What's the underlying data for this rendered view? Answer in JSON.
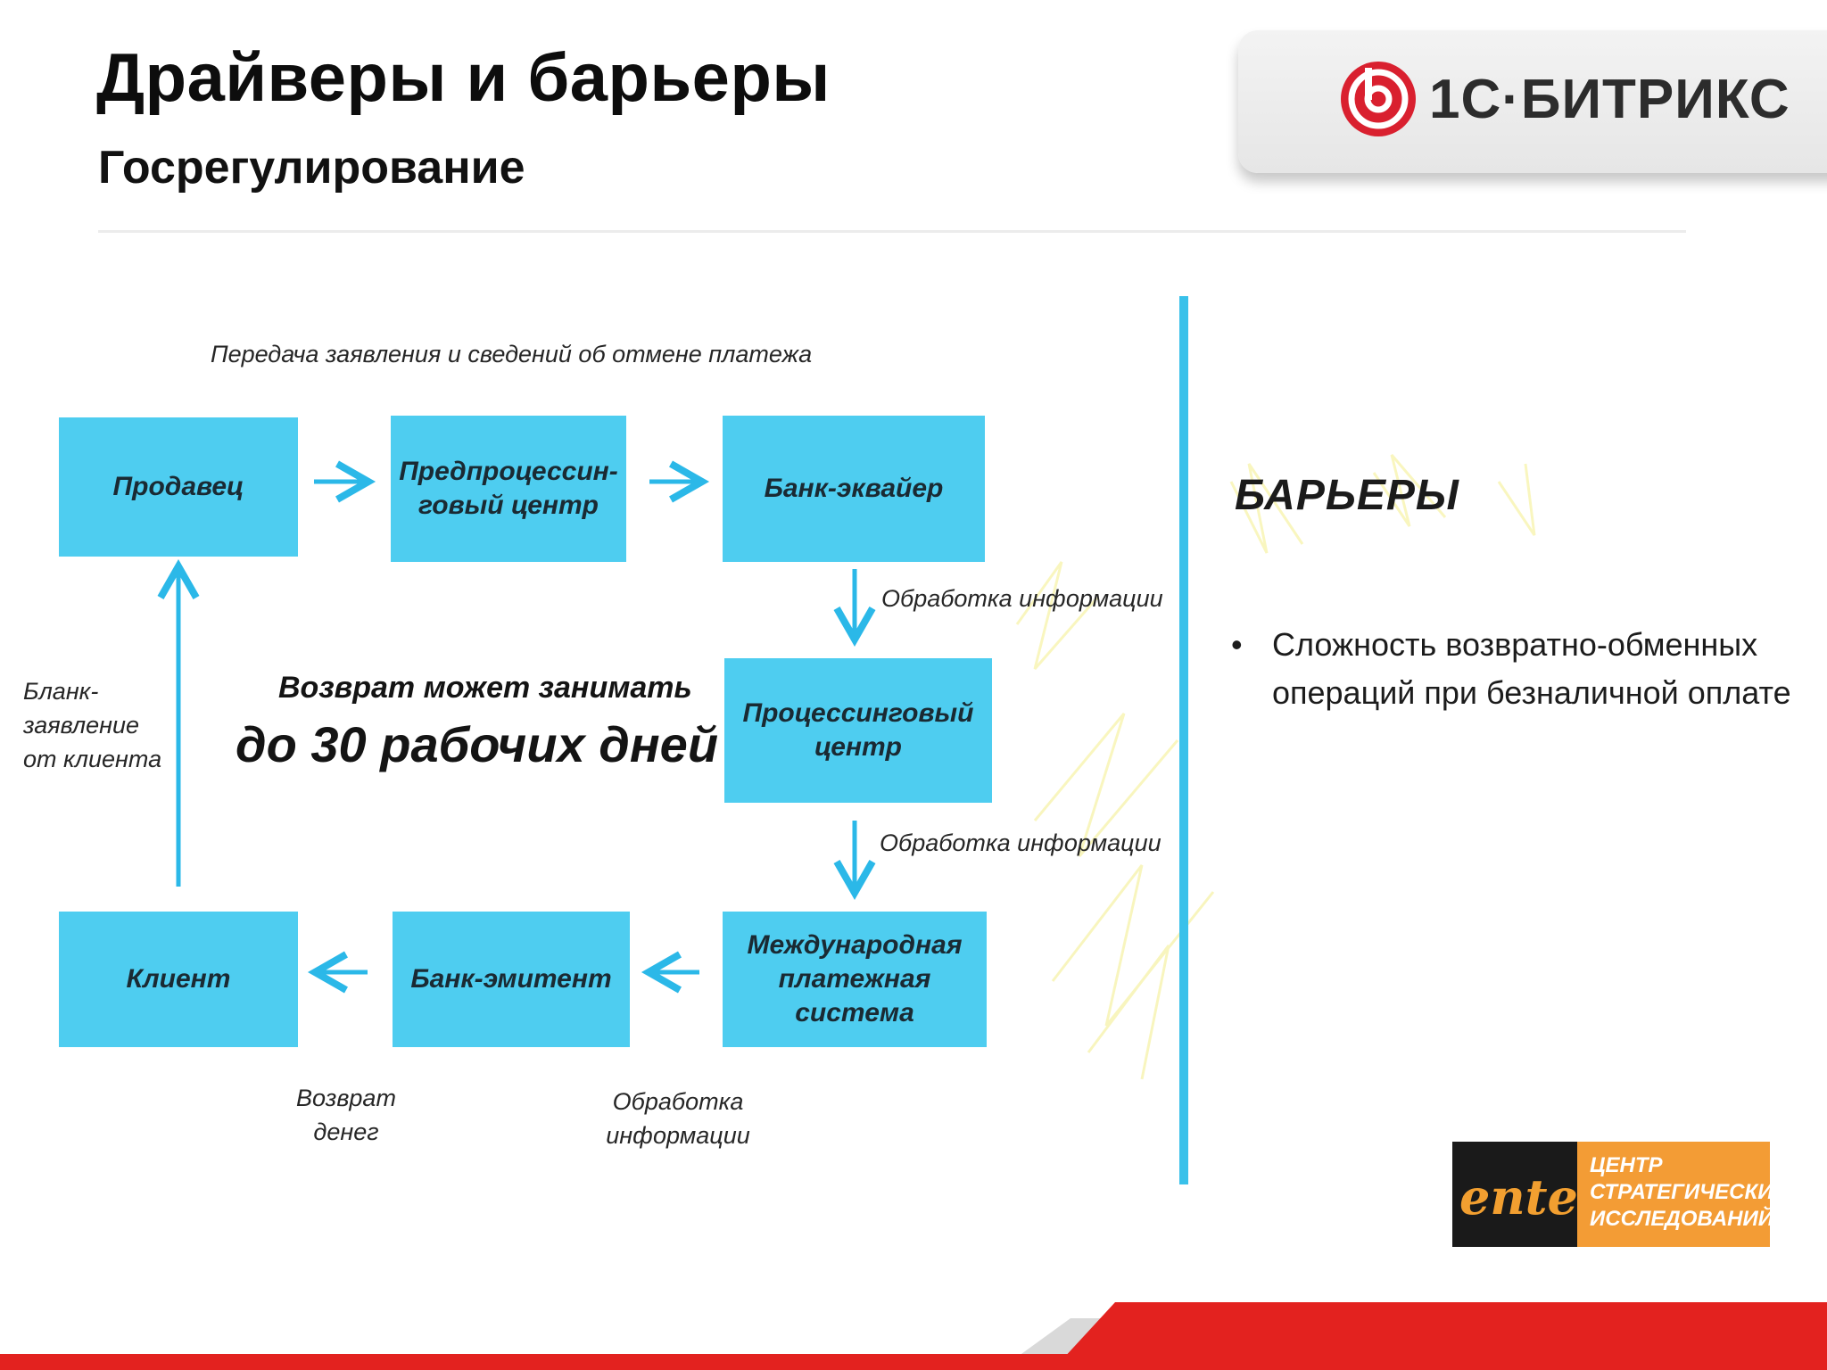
{
  "header": {
    "title": "Драйверы и барьеры",
    "subtitle": "Госрегулирование"
  },
  "logo": {
    "brand_text": "1С·БИТРИКС",
    "brand_color": "#d9202f"
  },
  "diagram": {
    "top_note": "Передача заявления и сведений об отмене платежа",
    "boxes": {
      "seller": "Продавец",
      "preprocessing": [
        "Предпроцессин-",
        "говый центр"
      ],
      "acquirer": "Банк-эквайер",
      "processing": [
        "Процессинговый",
        "центр"
      ],
      "payment_system": [
        "Международная",
        "платежная система"
      ],
      "issuer": "Банк-эмитент",
      "client": "Клиент"
    },
    "notes": {
      "processing_info_1": "Обработка информации",
      "processing_info_2": "Обработка информации",
      "client_form": [
        "Бланк-",
        "заявление",
        "от клиента"
      ],
      "money_return": [
        "Возврат",
        "денег"
      ],
      "processing_info_3": [
        "Обработка",
        "информации"
      ]
    },
    "center_text": {
      "line1": "Возврат может занимать",
      "line2": "до 30 рабочих дней"
    },
    "box_color": "#4ecdf0",
    "arrow_color": "#2bb8e8"
  },
  "barriers": {
    "heading": "БАРЬЕРЫ",
    "items": [
      {
        "bullet": "•",
        "text": "Сложность возвратно-обменных операций при безналичной оплате"
      }
    ]
  },
  "badge": {
    "enter_logo": "enter",
    "lines": [
      "ЦЕНТР",
      "СТРАТЕГИЧЕСКИХ",
      "ИССЛЕДОВАНИЙ"
    ],
    "accent": "#f39c35"
  },
  "footer": {
    "band_color": "#e3221f"
  }
}
